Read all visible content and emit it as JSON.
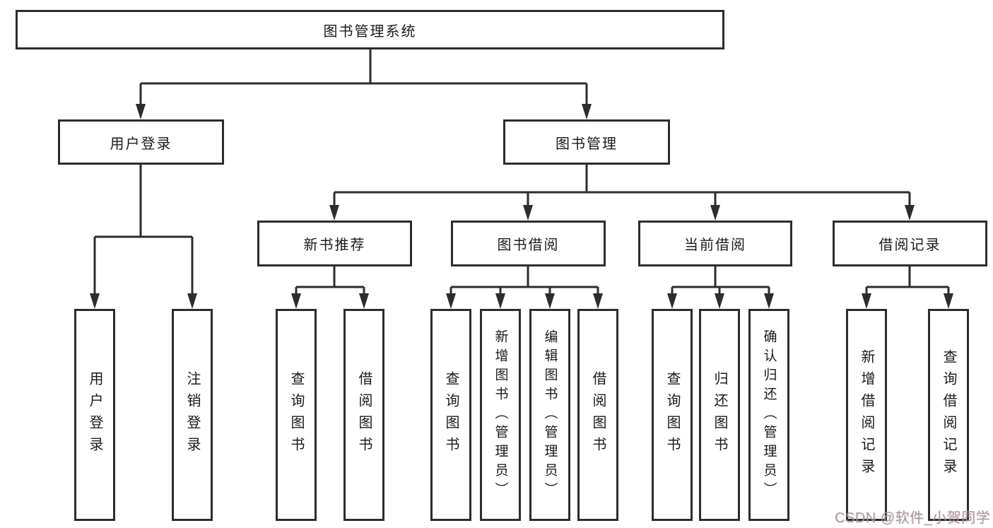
{
  "tree": {
    "label": "图书管理系统",
    "children": [
      {
        "label": "用户登录",
        "children": [
          {
            "label": "用户登录"
          },
          {
            "label": "注销登录"
          }
        ]
      },
      {
        "label": "图书管理",
        "children": [
          {
            "label": "新书推荐",
            "children": [
              {
                "label": "查询图书"
              },
              {
                "label": "借阅图书"
              }
            ]
          },
          {
            "label": "图书借阅",
            "children": [
              {
                "label": "查询图书"
              },
              {
                "label": "新增图书（管理员）"
              },
              {
                "label": "编辑图书（管理员）"
              },
              {
                "label": "借阅图书"
              }
            ]
          },
          {
            "label": "当前借阅",
            "children": [
              {
                "label": "查询图书"
              },
              {
                "label": "归还图书"
              },
              {
                "label": "确认归还（管理员）"
              }
            ]
          },
          {
            "label": "借阅记录",
            "children": [
              {
                "label": "新增借阅记录"
              },
              {
                "label": "查询借阅记录"
              }
            ]
          }
        ]
      }
    ]
  },
  "watermark": {
    "text": "CSDN @软件_小贺同学"
  },
  "colors": {
    "line": "#2d2d2d",
    "text": "#1a1a1a",
    "watermark_gray": "#989696",
    "watermark_pink_fringe": "#f0788c"
  }
}
